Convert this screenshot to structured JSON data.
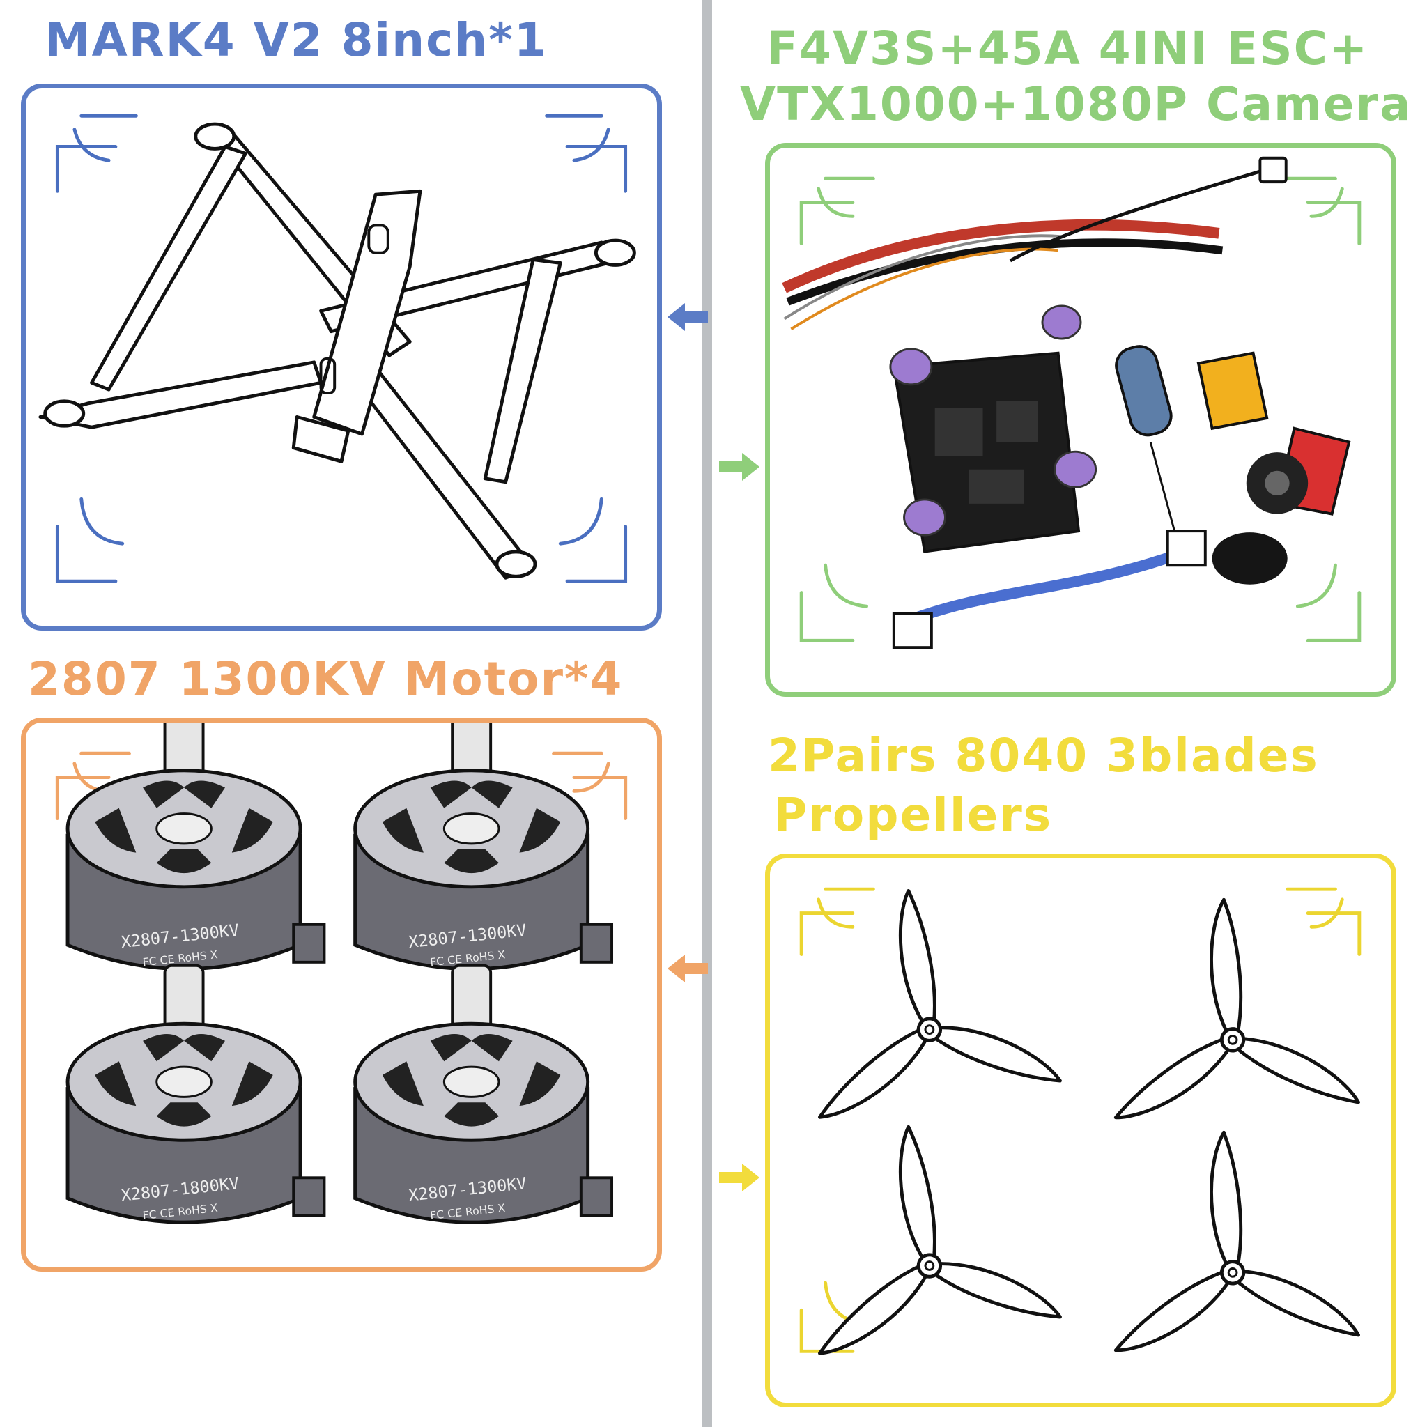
{
  "panels": {
    "frame": {
      "title": "MARK4 V2 8inch*1",
      "color": "#5b7cc6",
      "icon": "drone-frame-icon"
    },
    "electronics": {
      "title_line1": "F4V3S+45A 4INI ESC+",
      "title_line2": "VTX1000+1080P Camera",
      "color": "#8fce7a",
      "icon": "flight-controller-stack-icon"
    },
    "motors": {
      "title": "2807 1300KV Motor*4",
      "color": "#f0a467",
      "icon": "brushless-motor-icon",
      "motor_labels": [
        "X2807-1300KV",
        "X2807-1300KV",
        "X2807-1800KV",
        "X2807-1300KV"
      ],
      "cert_text": "FC CE RoHS X"
    },
    "propellers": {
      "title_line1": "2Pairs 8040 3blades",
      "title_line2": "Propellers",
      "color": "#f2dc3c",
      "icon": "three-blade-propeller-icon"
    }
  },
  "arrows": [
    {
      "direction": "left",
      "color": "#5b7cc6",
      "icon": "arrow-left-icon"
    },
    {
      "direction": "right",
      "color": "#8fce7a",
      "icon": "arrow-right-icon"
    },
    {
      "direction": "left",
      "color": "#f0a467",
      "icon": "arrow-left-icon"
    },
    {
      "direction": "right",
      "color": "#f2dc3c",
      "icon": "arrow-right-icon"
    }
  ]
}
